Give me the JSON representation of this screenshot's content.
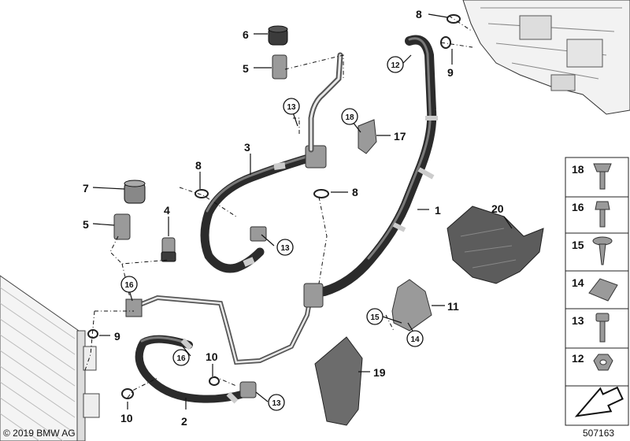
{
  "callouts": {
    "c1": "1",
    "c2": "2",
    "c3": "3",
    "c4": "4",
    "c5a": "5",
    "c5b": "5",
    "c6": "6",
    "c7": "7",
    "c8a": "8",
    "c8b": "8",
    "c8c": "8",
    "c9a": "9",
    "c9b": "9",
    "c10a": "10",
    "c10b": "10",
    "c11": "11",
    "c17": "17",
    "c19": "19",
    "c20": "20"
  },
  "circled": {
    "r12": "12",
    "r13a": "13",
    "r13b": "13",
    "r13c": "13",
    "r14": "14",
    "r15": "15",
    "r16a": "16",
    "r16b": "16",
    "r18": "18"
  },
  "side_panel": [
    "18",
    "16",
    "15",
    "14",
    "13",
    "12"
  ],
  "copyright": "© 2019 BMW AG",
  "diagram_number": "507163",
  "colors": {
    "hose": "#2b2b2b",
    "part_grey": "#9a9a9a",
    "ink": "#111111"
  }
}
